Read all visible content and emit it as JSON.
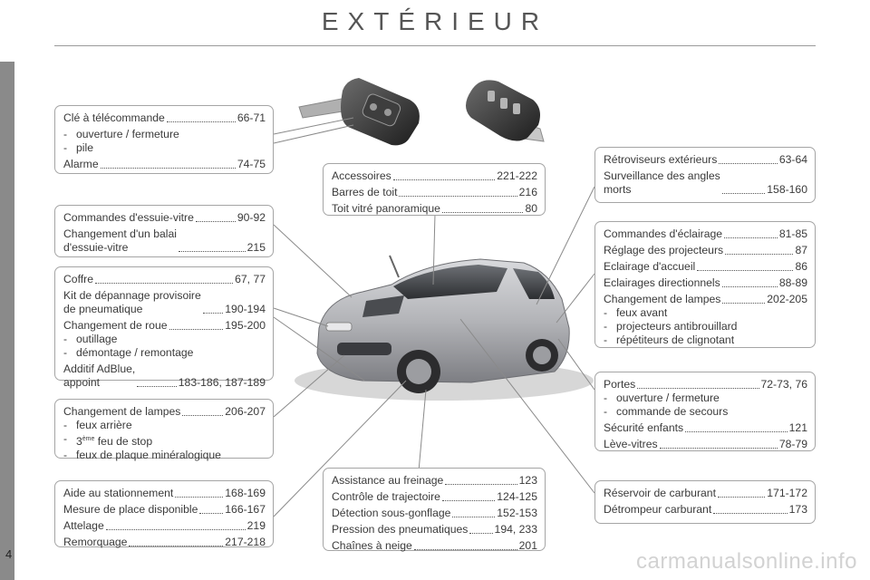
{
  "page": {
    "title": "EXTÉRIEUR",
    "page_number": "4",
    "watermark": "carmanualsonline.info"
  },
  "boxes": {
    "cle": {
      "entries": [
        {
          "label": "Clé à télécommande",
          "pages": "66-71"
        },
        {
          "subs": [
            "ouverture / fermeture",
            "pile"
          ]
        },
        {
          "label": "Alarme",
          "pages": "74-75"
        }
      ]
    },
    "essuie": {
      "entries": [
        {
          "label": "Commandes d'essuie-vitre",
          "pages": "90-92"
        },
        {
          "label": "Changement d'un balai\n d'essuie-vitre",
          "pages": "215"
        }
      ]
    },
    "coffre": {
      "entries": [
        {
          "label": "Coffre",
          "pages": "67, 77"
        },
        {
          "label": "Kit de dépannage provisoire\n de pneumatique",
          "pages": "190-194"
        },
        {
          "label": "Changement de roue",
          "pages": "195-200"
        },
        {
          "subs": [
            "outillage",
            "démontage / remontage"
          ]
        },
        {
          "label": "Additif AdBlue,\n appoint",
          "pages": "183-186, 187-189"
        }
      ]
    },
    "lampes_ar": {
      "entries": [
        {
          "label": "Changement de lampes",
          "pages": "206-207"
        },
        {
          "subs": [
            "feux arrière",
            "3ème feu de stop",
            "feux de plaque minéralogique"
          ]
        }
      ]
    },
    "aide": {
      "entries": [
        {
          "label": "Aide au stationnement",
          "pages": "168-169"
        },
        {
          "label": "Mesure de place disponible",
          "pages": "166-167"
        },
        {
          "label": "Attelage",
          "pages": "219"
        },
        {
          "label": "Remorquage",
          "pages": "217-218"
        }
      ]
    },
    "accessoires": {
      "entries": [
        {
          "label": "Accessoires",
          "pages": "221-222"
        },
        {
          "label": "Barres de toit",
          "pages": "216"
        },
        {
          "label": "Toit vitré panoramique",
          "pages": "80"
        }
      ]
    },
    "assistance": {
      "entries": [
        {
          "label": "Assistance au freinage",
          "pages": "123"
        },
        {
          "label": "Contrôle de trajectoire",
          "pages": "124-125"
        },
        {
          "label": "Détection sous-gonflage",
          "pages": "152-153"
        },
        {
          "label": "Pression des pneumatiques",
          "pages": "194, 233"
        },
        {
          "label": "Chaînes à neige",
          "pages": "201"
        }
      ]
    },
    "retro": {
      "entries": [
        {
          "label": "Rétroviseurs extérieurs",
          "pages": "63-64"
        },
        {
          "label": "Surveillance des angles\n morts",
          "pages": "158-160"
        }
      ]
    },
    "eclairage": {
      "entries": [
        {
          "label": "Commandes d'éclairage",
          "pages": "81-85"
        },
        {
          "label": "Réglage des projecteurs",
          "pages": "87"
        },
        {
          "label": "Eclairage d'accueil",
          "pages": "86"
        },
        {
          "label": "Eclairages directionnels",
          "pages": "88-89"
        },
        {
          "label": "Changement de lampes",
          "pages": "202-205"
        },
        {
          "subs": [
            "feux avant",
            "projecteurs antibrouillard",
            "répétiteurs de clignotant"
          ]
        }
      ]
    },
    "portes": {
      "entries": [
        {
          "label": "Portes",
          "pages": "72-73, 76"
        },
        {
          "subs": [
            "ouverture / fermeture",
            "commande de secours"
          ]
        },
        {
          "label": "Sécurité enfants",
          "pages": "121"
        },
        {
          "label": "Lève-vitres",
          "pages": "78-79"
        }
      ]
    },
    "reservoir": {
      "entries": [
        {
          "label": "Réservoir de carburant",
          "pages": "171-172"
        },
        {
          "label": "Détrompeur carburant",
          "pages": "173"
        }
      ]
    }
  },
  "colors": {
    "box_border": "#a5a5a5",
    "car_body": "#b8b9bd",
    "accent": "#9a9a9a"
  }
}
